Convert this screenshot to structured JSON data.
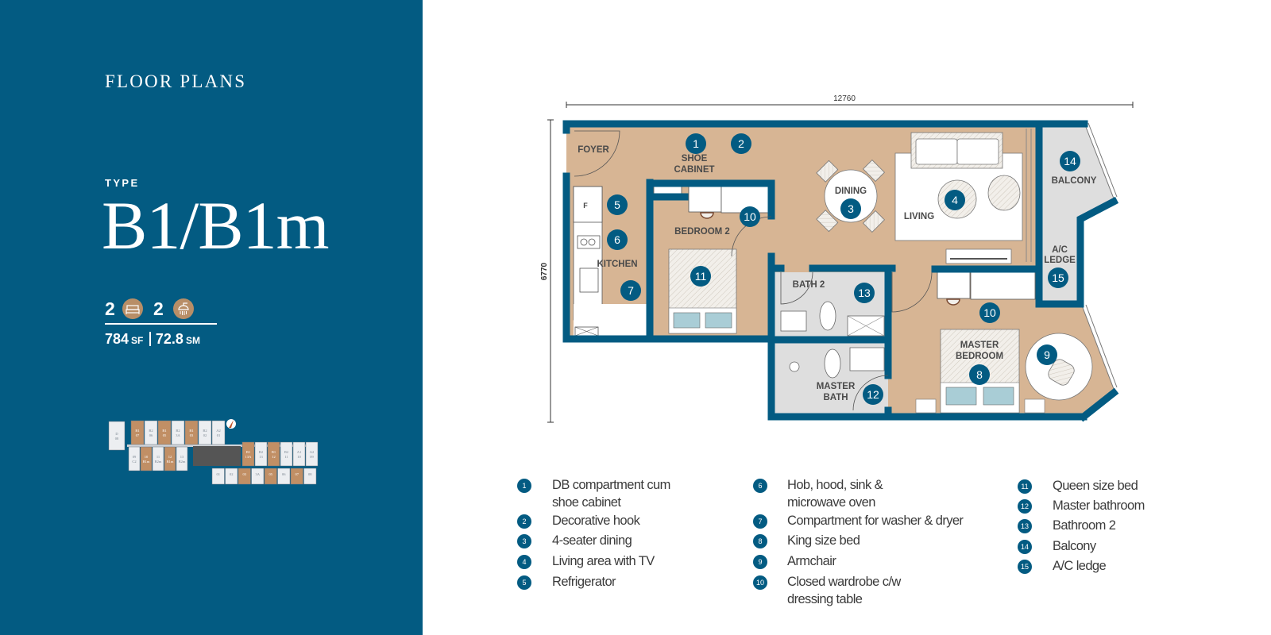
{
  "header": {
    "section_title": "FLOOR PLANS",
    "type_label": "TYPE",
    "type_name": "B1/B1m"
  },
  "stats": {
    "bedrooms": "2",
    "bedroom_icon": "bed-icon",
    "bathrooms": "2",
    "bathroom_icon": "shower-icon",
    "area_sf": "784",
    "sf_unit": "SF",
    "area_sm": "72.8",
    "sm_unit": "SM"
  },
  "key_plan": {
    "units": [
      {
        "t": "D",
        "n": "08",
        "hl": false
      },
      {
        "t": "B1",
        "n": "07",
        "hl": true
      },
      {
        "t": "B2",
        "n": "06",
        "hl": false
      },
      {
        "t": "B1",
        "n": "05",
        "hl": true
      },
      {
        "t": "B2",
        "n": "3A",
        "hl": false
      },
      {
        "t": "B1",
        "n": "03",
        "hl": true
      },
      {
        "t": "B2",
        "n": "02",
        "hl": false
      },
      {
        "t": "A2",
        "n": "01",
        "hl": false
      },
      {
        "t": "09",
        "n": "C2",
        "hl": false
      },
      {
        "t": "10",
        "n": "B1m",
        "hl": true
      },
      {
        "t": "11",
        "n": "B2m",
        "hl": false
      },
      {
        "t": "12",
        "n": "B1m",
        "hl": true
      },
      {
        "t": "13",
        "n": "B2m",
        "hl": false
      },
      {
        "t": "B1",
        "n": "13A",
        "hl": true
      },
      {
        "t": "B2",
        "n": "13",
        "hl": false
      },
      {
        "t": "B1",
        "n": "12",
        "hl": true
      },
      {
        "t": "B2",
        "n": "11",
        "hl": false
      },
      {
        "t": "A1",
        "n": "10",
        "hl": false
      },
      {
        "t": "A2",
        "n": "09",
        "hl": false
      },
      {
        "t": "01",
        "n": "",
        "hl": false
      },
      {
        "t": "02",
        "n": "",
        "hl": false
      },
      {
        "t": "03",
        "n": "",
        "hl": true
      },
      {
        "t": "3A",
        "n": "",
        "hl": false
      },
      {
        "t": "05",
        "n": "",
        "hl": true
      },
      {
        "t": "06",
        "n": "",
        "hl": false
      },
      {
        "t": "07",
        "n": "",
        "hl": true
      },
      {
        "t": "08",
        "n": "",
        "hl": false
      }
    ]
  },
  "plan": {
    "width_dim": "12760",
    "depth_dim": "6770",
    "rooms": [
      "FOYER",
      "SHOE",
      "CABINET",
      "KITCHEN",
      "BEDROOM 2",
      "DINING",
      "LIVING",
      "BALCONY",
      "A/C",
      "LEDGE",
      "BATH 2",
      "MASTER",
      "BEDROOM",
      "MASTER",
      "BATH"
    ],
    "fridge_label": "F",
    "markers": [
      "1",
      "2",
      "3",
      "4",
      "5",
      "6",
      "7",
      "8",
      "9",
      "10",
      "10",
      "11",
      "12",
      "13",
      "14",
      "15"
    ]
  },
  "legend": [
    {
      "num": "1",
      "text": [
        "DB compartment cum",
        "shoe cabinet"
      ]
    },
    {
      "num": "2",
      "text": [
        "Decorative hook"
      ]
    },
    {
      "num": "3",
      "text": [
        "4-seater dining"
      ]
    },
    {
      "num": "4",
      "text": [
        "Living area with TV"
      ]
    },
    {
      "num": "5",
      "text": [
        "Refrigerator"
      ]
    },
    {
      "num": "6",
      "text": [
        "Hob, hood, sink &",
        "microwave oven"
      ]
    },
    {
      "num": "7",
      "text": [
        "Compartment for washer & dryer"
      ]
    },
    {
      "num": "8",
      "text": [
        "King size bed"
      ]
    },
    {
      "num": "9",
      "text": [
        "Armchair"
      ]
    },
    {
      "num": "10",
      "text": [
        "Closed wardrobe c/w",
        "dressing table"
      ]
    },
    {
      "num": "11",
      "text": [
        "Queen size bed"
      ]
    },
    {
      "num": "12",
      "text": [
        "Master bathroom"
      ]
    },
    {
      "num": "13",
      "text": [
        "Bathroom 2"
      ]
    },
    {
      "num": "14",
      "text": [
        "Balcony"
      ]
    },
    {
      "num": "15",
      "text": [
        "A/C ledge"
      ]
    }
  ],
  "colors": {
    "navy": "#035b82",
    "tan": "#d7b594",
    "grey": "#dedede",
    "accent": "#b88e67",
    "pillow": "#a9cdd6"
  }
}
